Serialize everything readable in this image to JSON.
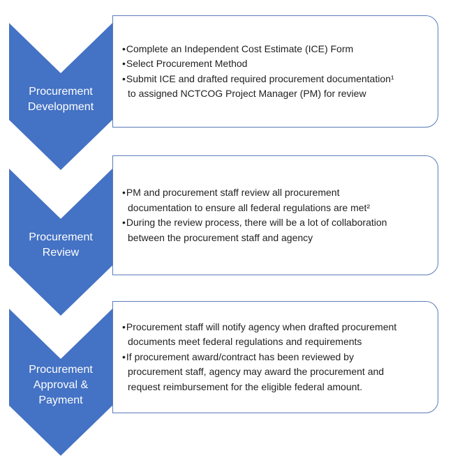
{
  "bullet_glyph": "•",
  "colors": {
    "chevron_fill": "#4472C4",
    "box_border": "#5A7CB8",
    "body_text": "#1F1F1F",
    "label_text": "#FFFFFF"
  },
  "chevrons": [
    {
      "id": "procurement-development",
      "lines": [
        "Procurement",
        "Development"
      ]
    },
    {
      "id": "procurement-review",
      "lines": [
        "Procurement",
        "Review"
      ]
    },
    {
      "id": "procurement-approval-payment",
      "lines": [
        "Procurement",
        "Approval &",
        "Payment"
      ]
    }
  ],
  "boxes": [
    {
      "bullets": [
        {
          "lines": [
            "Complete an Independent Cost Estimate (ICE) Form"
          ]
        },
        {
          "lines": [
            "Select Procurement Method"
          ]
        },
        {
          "lines": [
            "Submit ICE and drafted required procurement documentation¹",
            "to assigned NCTCOG Project Manager (PM) for review"
          ]
        }
      ]
    },
    {
      "bullets": [
        {
          "lines": [
            "PM and procurement staff review all procurement",
            "documentation to ensure all federal regulations are met²"
          ]
        },
        {
          "lines": [
            "During the review process, there will be a lot of collaboration",
            "between the procurement staff and agency"
          ]
        }
      ]
    },
    {
      "bullets": [
        {
          "lines": [
            "Procurement staff will notify agency when drafted procurement",
            "documents meet federal regulations and requirements"
          ]
        },
        {
          "lines": [
            "If procurement award/contract has been reviewed by",
            "procurement staff, agency may award the procurement and",
            "request reimbursement for the eligible federal amount."
          ]
        }
      ]
    }
  ]
}
